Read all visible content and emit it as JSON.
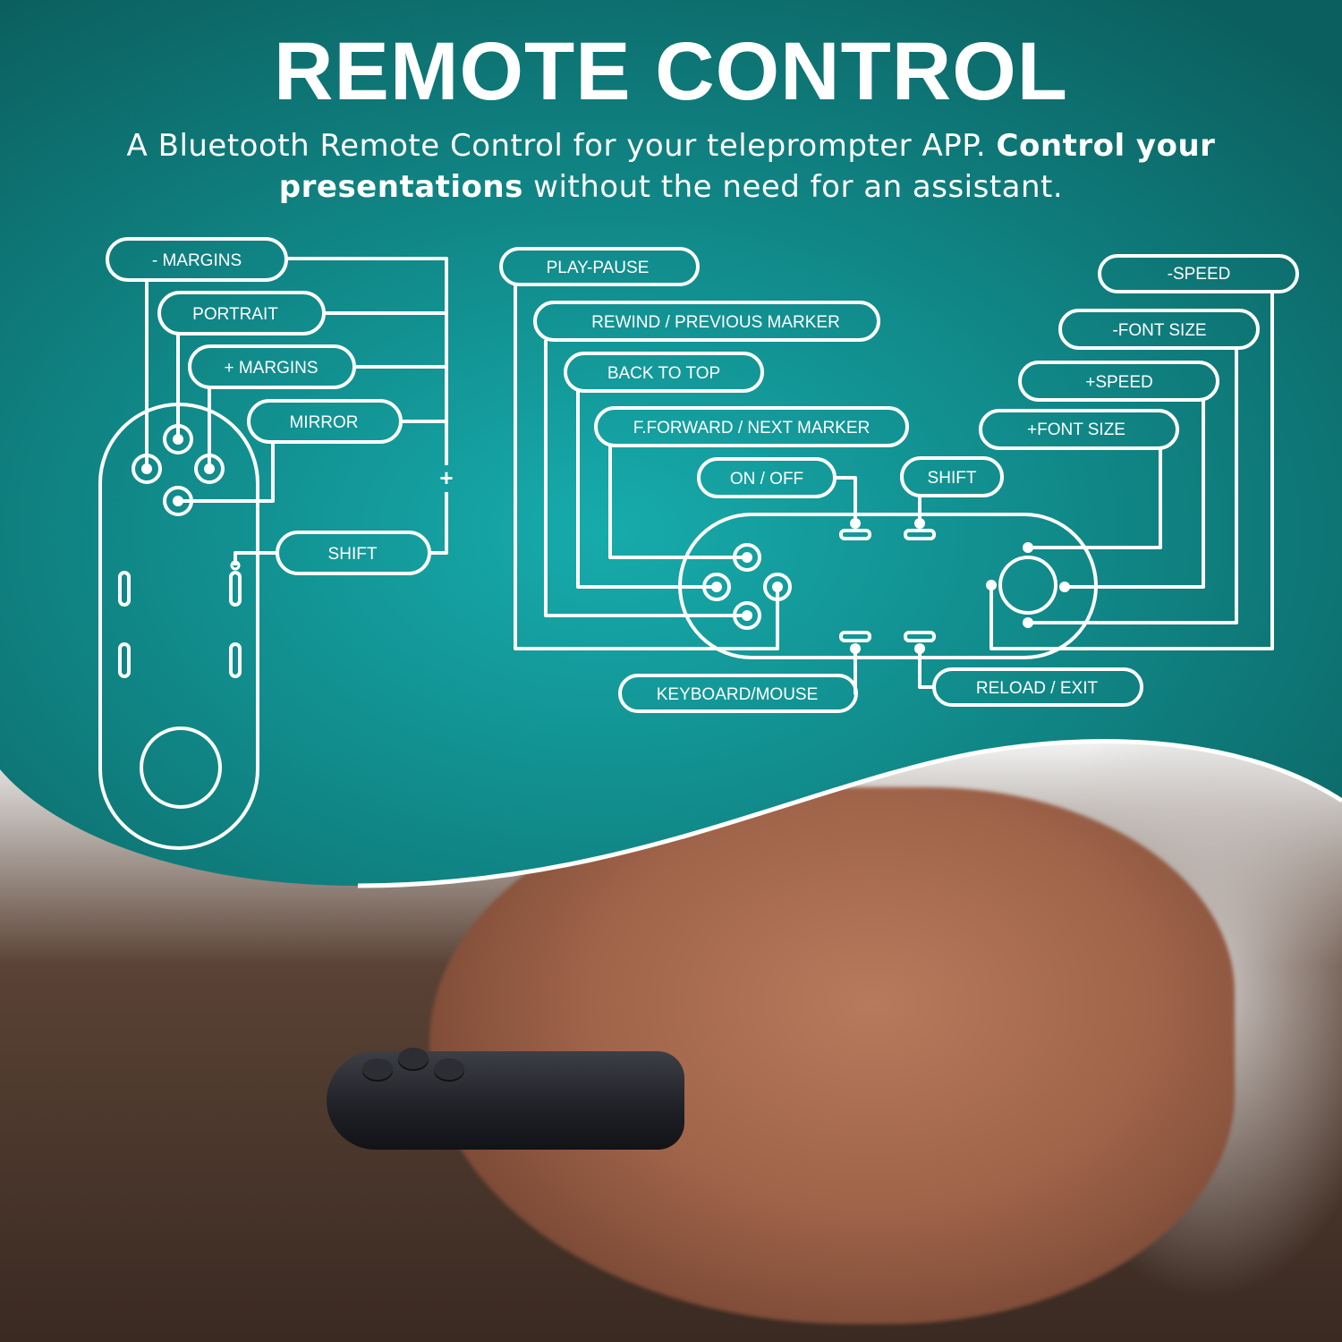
{
  "header": {
    "title": "REMOTE CONTROL",
    "subtitle_part1": "A Bluetooth Remote Control for your teleprompter APP. ",
    "subtitle_bold1": "Control your presentations",
    "subtitle_part2": " without the need for an assistant."
  },
  "left_remote": {
    "labels": {
      "minus_margins": "- MARGINS",
      "portrait": "PORTRAIT",
      "plus_margins": "+ MARGINS",
      "mirror": "MIRROR",
      "shift": "SHIFT",
      "plus_symbol": "+"
    }
  },
  "right_remote": {
    "labels": {
      "play_pause": "PLAY-PAUSE",
      "rewind": "REWIND / PREVIOUS MARKER",
      "back_to_top": "BACK TO TOP",
      "fforward": "F.FORWARD / NEXT MARKER",
      "on_off": "ON / OFF",
      "shift": "SHIFT",
      "minus_speed": "-SPEED",
      "minus_font": "-FONT SIZE",
      "plus_speed": "+SPEED",
      "plus_font": "+FONT SIZE",
      "keyboard_mouse": "KEYBOARD/MOUSE",
      "reload_exit": "RELOAD / EXIT"
    }
  },
  "colors": {
    "teal_dark": "#0b5f5e",
    "teal_mid": "#127f7f",
    "teal_light": "#16a7a8",
    "line": "#ffffff"
  }
}
